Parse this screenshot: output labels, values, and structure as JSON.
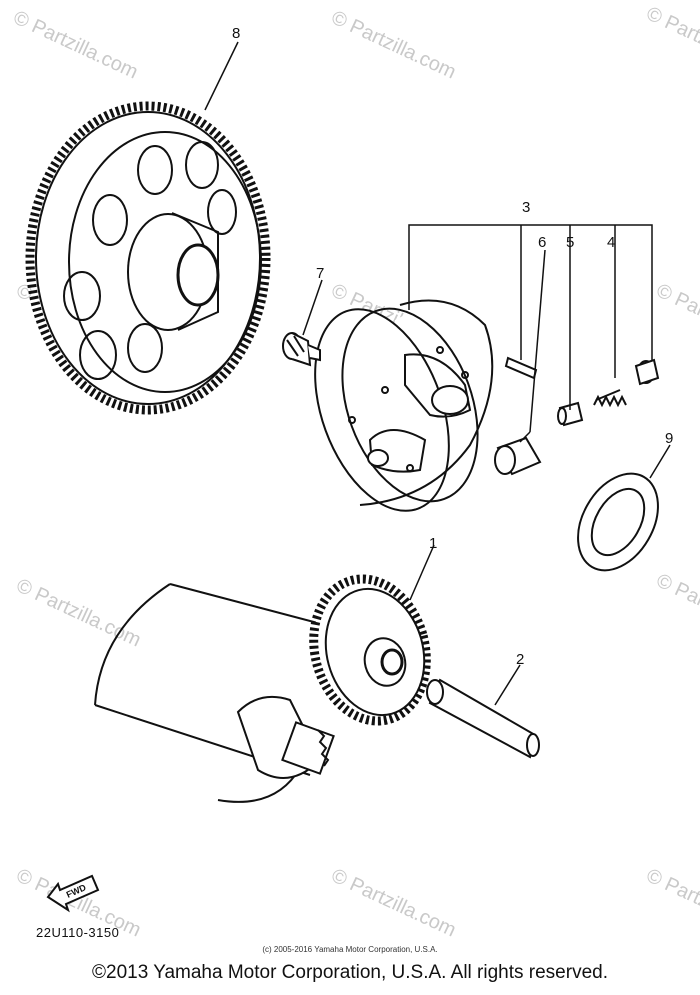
{
  "callouts": [
    "8",
    "3",
    "6",
    "5",
    "4",
    "7",
    "9",
    "1",
    "2"
  ],
  "watermark": {
    "text": "© Partzilla.com",
    "color": "#c9c9c9"
  },
  "fwd_label": "FWD",
  "diagram_code": "22U110-3150",
  "small_copyright": "(c) 2005-2016 Yamaha Motor Corporation, U.S.A.",
  "footer": "©2013 Yamaha Motor Corporation, U.S.A. All rights reserved."
}
